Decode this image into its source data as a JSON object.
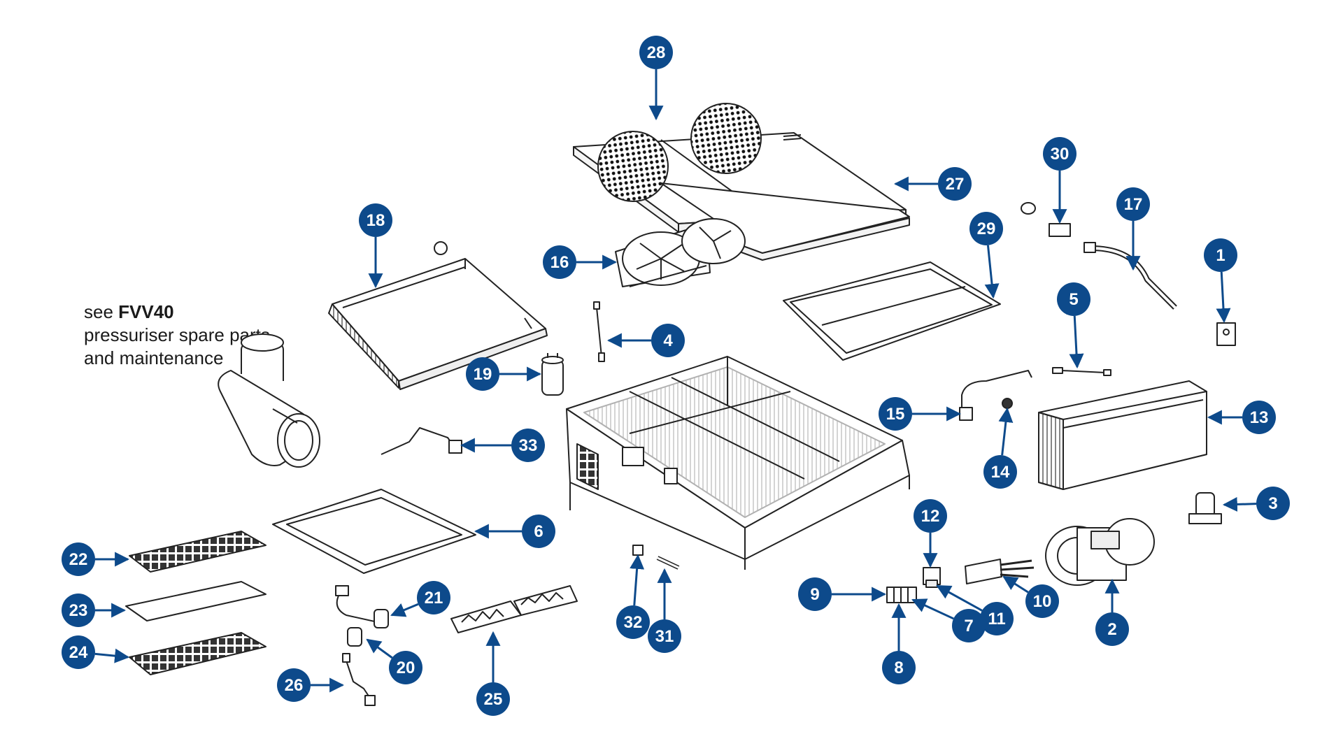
{
  "note": {
    "prefix": "see ",
    "model": "FVV40",
    "line2": "pressuriser spare parts",
    "line3": "and maintenance"
  },
  "colors": {
    "callout": "#0d4a8b",
    "outline": "#222222"
  },
  "callouts": [
    "1",
    "2",
    "3",
    "4",
    "5",
    "6",
    "7",
    "8",
    "9",
    "10",
    "11",
    "12",
    "13",
    "14",
    "15",
    "16",
    "17",
    "18",
    "19",
    "20",
    "21",
    "22",
    "23",
    "24",
    "25",
    "26",
    "27",
    "28",
    "29",
    "30",
    "31",
    "32",
    "33"
  ]
}
